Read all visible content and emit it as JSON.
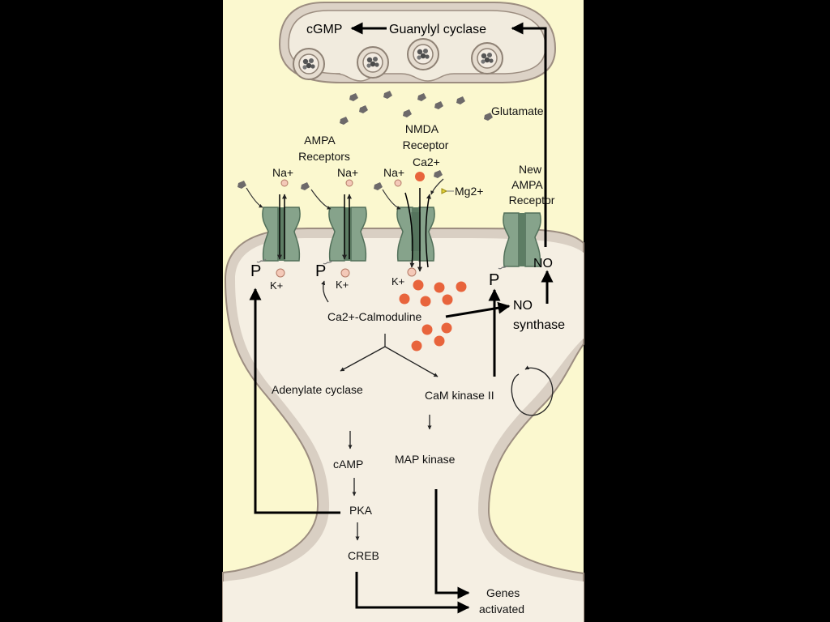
{
  "labels": {
    "cgmp": "cGMP",
    "guanylyl_cyclase": "Guanylyl cyclase",
    "glutamate": "Glutamate",
    "ampa_receptors": [
      "AMPA",
      "Receptors"
    ],
    "nmda_receptor": [
      "NMDA",
      "Receptor"
    ],
    "new_ampa_receptor": [
      "New",
      "AMPA",
      "Receptor"
    ],
    "na_plus": "Na+",
    "ca2_plus": "Ca2+",
    "mg2_plus": "Mg2+",
    "k_plus": "K+",
    "p": "P",
    "no": "NO",
    "no_synthase": [
      "NO",
      "synthase"
    ],
    "ca_calmoduline": "Ca2+-Calmoduline",
    "adenylate_cyclase": "Adenylate cyclase",
    "cam_kinase_ii": "CaM kinase II",
    "camp": "cAMP",
    "map_kinase": "MAP kinase",
    "pka": "PKA",
    "creb": "CREB",
    "genes_activated": [
      "Genes",
      "activated"
    ]
  },
  "colors": {
    "background": "#000000",
    "panel": "#fbf8cf",
    "cytoplasm": "#f5efe3",
    "membrane": "#d9cfc3",
    "membrane_edge": "#9c8d80",
    "receptor": "#7e9c84",
    "receptor_dark": "#4f6e57",
    "ion_na": "#f4c9b8",
    "ion_ca": "#e8643c",
    "mg": "#e2d23a",
    "glutamate": "#6d6a6a"
  }
}
